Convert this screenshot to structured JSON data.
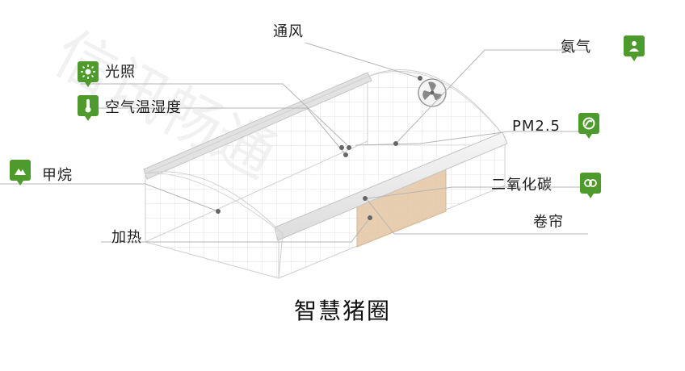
{
  "title": "智慧猪圈",
  "watermark": "信讯畅通",
  "labels": {
    "ventilation": "通风",
    "lighting": "光照",
    "air_temp_humidity": "空气温湿度",
    "methane": "甲烷",
    "heating": "加热",
    "ammonia": "氨气",
    "pm25": "PM2.5",
    "co2": "二氧化碳",
    "curtain": "卷帘"
  },
  "icons": {
    "lighting": "sun-icon",
    "air_temp_humidity": "thermometer-icon",
    "methane": "gas-icon",
    "ammonia": "gas-icon",
    "pm25": "particle-icon",
    "co2": "molecule-icon",
    "ventilation": "fan-icon"
  },
  "colors": {
    "badge": "#4f9a2c",
    "curtain": "#e6c9a8",
    "leader_line": "#b5b5b5",
    "structure": "#d8d8d8"
  }
}
